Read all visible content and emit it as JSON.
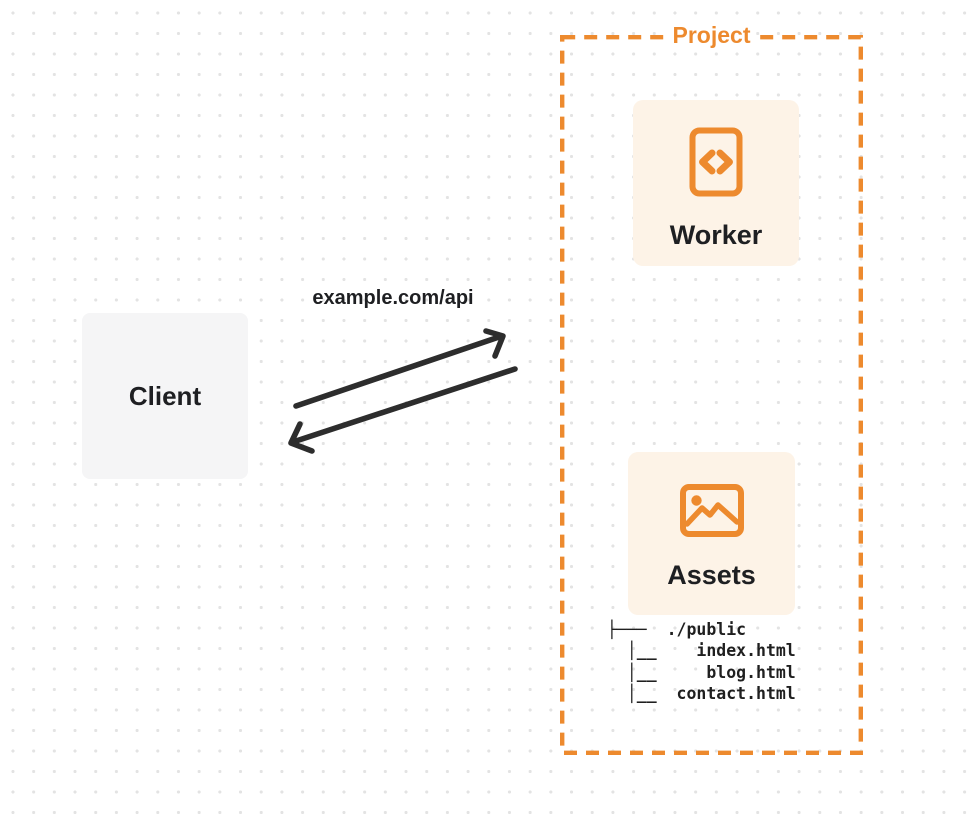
{
  "colors": {
    "accent_orange": "#ED8A2E",
    "card_cream": "#FDF3E7",
    "client_gray": "#F5F5F6",
    "arrow_dark": "#2D2D2D",
    "text_dark": "#1E1F22",
    "dot_grid": "#E3E3E3"
  },
  "project": {
    "label": "Project",
    "worker": {
      "label": "Worker",
      "icon": "code-document-icon"
    },
    "assets": {
      "label": "Assets",
      "icon": "image-icon"
    },
    "file_tree": [
      "├───  ./public",
      "  │__    index.html",
      "  │__     blog.html",
      "  │__  contact.html"
    ]
  },
  "client": {
    "label": "Client"
  },
  "request": {
    "url_label": "example.com/api"
  }
}
